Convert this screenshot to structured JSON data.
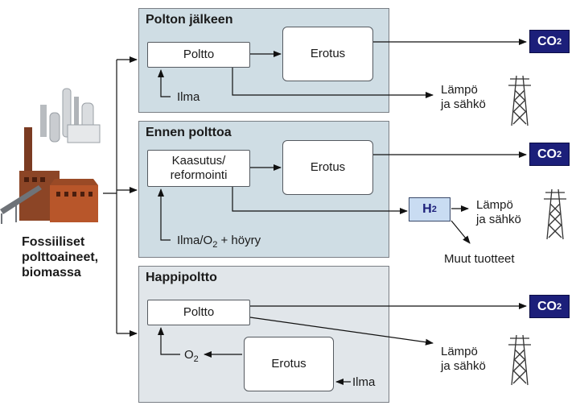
{
  "left": {
    "source_label_l1": "Fossiiliset",
    "source_label_l2": "polttoaineet,",
    "source_label_l3": "biomassa"
  },
  "panels": [
    {
      "title": "Polton jälkeen",
      "box_a": "Poltto",
      "box_b": "Erotus",
      "input": "Ilma",
      "output_l1": "Lämpö",
      "output_l2": "ja sähkö"
    },
    {
      "title": "Ennen polttoa",
      "box_a_l1": "Kaasutus/",
      "box_a_l2": "reformointi",
      "box_b": "Erotus",
      "input_pre": "Ilma/O",
      "input_sub": "2",
      "input_post": " + höyry",
      "h2_main": "H",
      "h2_sub": "2",
      "output_l1": "Lämpö",
      "output_l2": "ja sähkö",
      "other": "Muut tuotteet"
    },
    {
      "title": "Happipoltto",
      "box_a": "Poltto",
      "box_b": "Erotus",
      "o2_main": "O",
      "o2_sub": "2",
      "input": "Ilma",
      "output_l1": "Lämpö",
      "output_l2": "ja sähkö"
    }
  ],
  "co2": {
    "main": "CO",
    "sub": "2"
  },
  "colors": {
    "panel_fill": "#cfdde4",
    "panel_fill_light": "#e1e6ea",
    "badge": "#1c1f7a",
    "h2_fill": "#c9dcf2"
  },
  "icons": [
    "factory-icon",
    "power-pylon-icon"
  ]
}
